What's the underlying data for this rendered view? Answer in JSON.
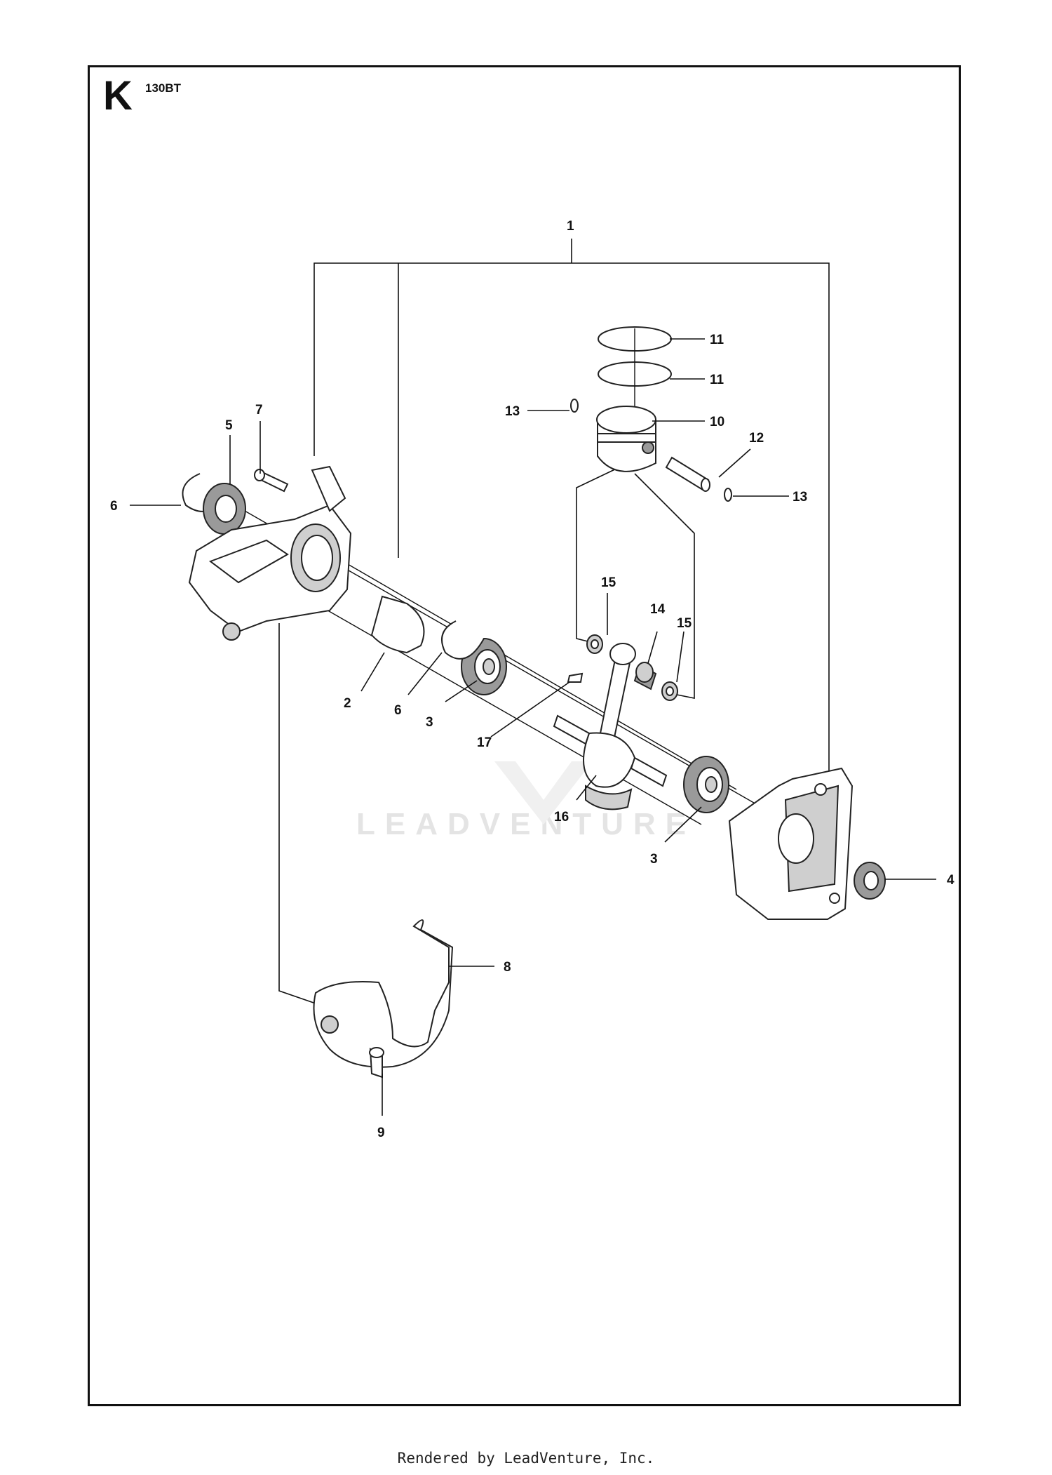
{
  "section_letter": "K",
  "model": "130BT",
  "watermark": "LEADVENTURE",
  "footer": "Rendered by LeadVenture, Inc.",
  "callouts": {
    "c1": "1",
    "c2": "2",
    "c3a": "3",
    "c3b": "3",
    "c4": "4",
    "c5": "5",
    "c6a": "6",
    "c6b": "6",
    "c7": "7",
    "c8": "8",
    "c9": "9",
    "c10": "10",
    "c11a": "11",
    "c11b": "11",
    "c12": "12",
    "c13a": "13",
    "c13b": "13",
    "c14": "14",
    "c15a": "15",
    "c15b": "15",
    "c16": "16",
    "c17": "17"
  }
}
